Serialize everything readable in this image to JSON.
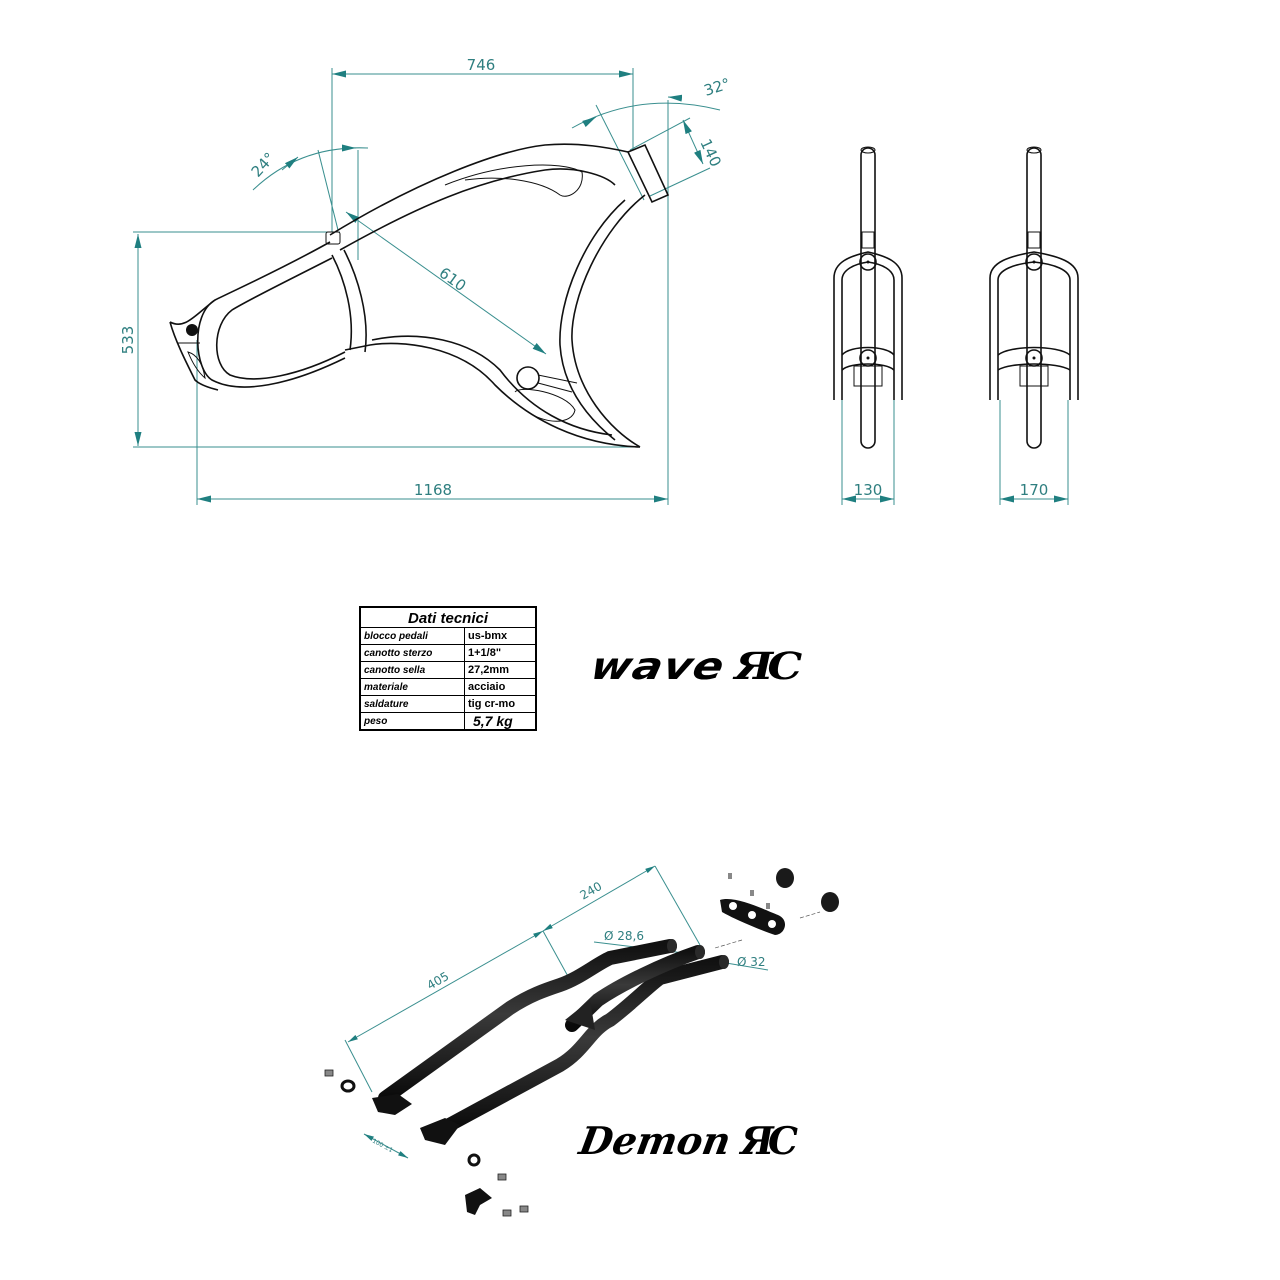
{
  "side_view": {
    "name": "Wave frame side view",
    "dimensions": {
      "top_width": "746",
      "head_angle": "32°",
      "head_tube": "140",
      "seat_angle": "24°",
      "seat_to_bb": "610",
      "height": "533",
      "length": "1168"
    }
  },
  "front_views": {
    "narrow": {
      "width": "130"
    },
    "wide": {
      "width": "170"
    }
  },
  "spec_table": {
    "title": "Dati tecnici",
    "rows": [
      {
        "key": "blocco pedali",
        "value": "us-bmx"
      },
      {
        "key": "canotto sterzo",
        "value": "1+1/8\""
      },
      {
        "key": "canotto sella",
        "value": "27,2mm"
      },
      {
        "key": "materiale",
        "value": "acciaio"
      },
      {
        "key": "saldature",
        "value": "tig cr-mo"
      },
      {
        "key": "peso",
        "value": "5,7 kg"
      }
    ]
  },
  "logos": {
    "wave": {
      "text": "wave",
      "mark": "ЯC"
    },
    "demon": {
      "text": "Demon",
      "mark": "ЯC"
    }
  },
  "fork_view": {
    "name": "Demon fork exploded view",
    "dimensions": {
      "lower_length": "405",
      "upper_length": "240",
      "tube_diameter_small": "Ø 28,6",
      "tube_diameter_large": "Ø 32",
      "dropout_spacing": "100 ±1"
    }
  },
  "colors": {
    "dimension": "#2f7f80",
    "line": "#111111",
    "background": "#ffffff"
  }
}
